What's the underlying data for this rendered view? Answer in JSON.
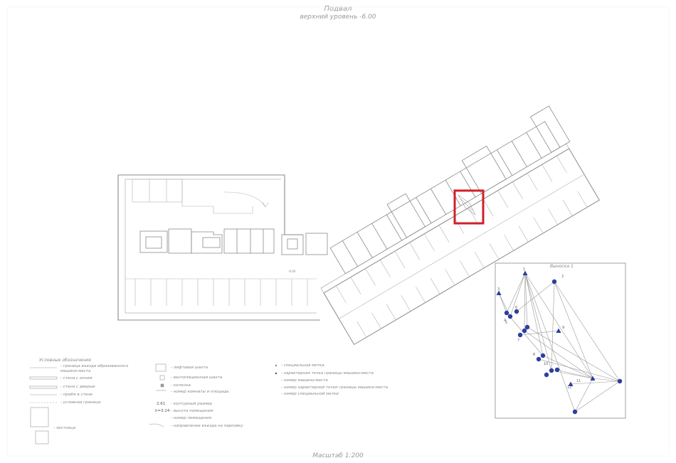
{
  "header": {
    "title": "Подвал",
    "subtitle": "верхний уровень -6.00"
  },
  "footer": {
    "scale": "Масштаб 1:200"
  },
  "plan": {
    "level_mark": "-6.00",
    "highlight_color": "#d0202a"
  },
  "legend": {
    "title": "Условные обозначения",
    "col1": [
      "- граница въезда образованного машино-места",
      "- стена с окном",
      "- стена с дверью",
      "- проём в стене",
      "- условная граница",
      "- лестница"
    ],
    "col2": [
      "- лифтовая шахта",
      "- вентиляционная шахта",
      "- колонна",
      "- номер комнаты и площадь",
      "- контурный размер",
      "- высота помещения",
      "- номер помещения",
      "- направление въезда на парковку"
    ],
    "col2_samples": [
      "2.61",
      "h=3.24"
    ],
    "col3": [
      "- специальная метка",
      "- характерная точка границы машино-места",
      "- номер машино-места",
      "- номер характерной точки границы машино-места",
      "- номер специальной метки"
    ]
  },
  "inset": {
    "title": "Выноска 1",
    "point_color": "#2b3f9e",
    "labels": [
      "1",
      "2",
      "3",
      "4",
      "5",
      "6",
      "7",
      "8",
      "9",
      "10",
      "11",
      "12"
    ]
  }
}
